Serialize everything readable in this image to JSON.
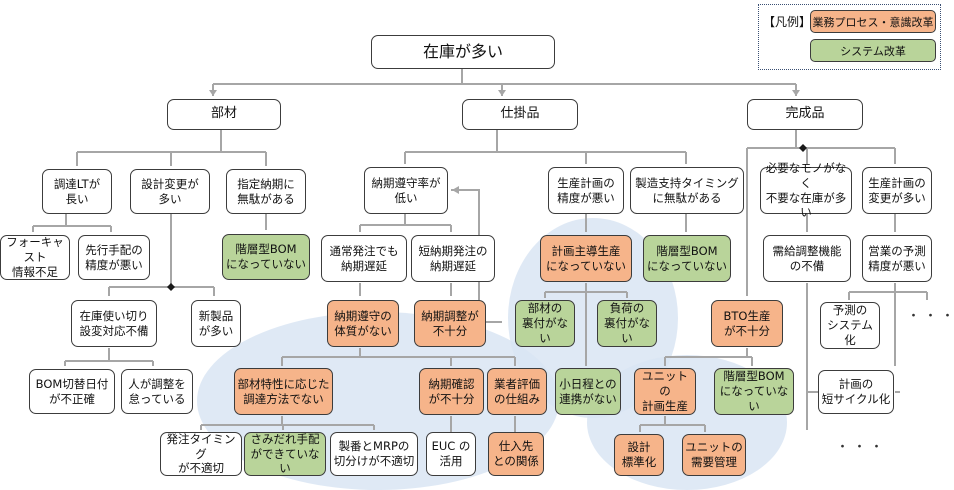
{
  "diagram": {
    "root": "在庫が多い",
    "level1": {
      "parts": "部材",
      "wip": "仕掛品",
      "finished": "完成品"
    },
    "parts": {
      "lt": "調達LTが\n長い",
      "design_change": "設計変更が\n多い",
      "delivery_waste": "指定納期に\n無駄がある",
      "forecast": "フォーキャスト\n情報不足",
      "advance_order": "先行手配の\n精度が悪い",
      "bom_layer1": "階層型BOM\nになっていない",
      "use_up": "在庫使い切り\n設変対応不備",
      "new_products": "新製品\nが多い",
      "bom_date": "BOM切替日付\nが不正確",
      "adjust_lazy": "人が調整を\n怠っている"
    },
    "wip": {
      "compliance": "納期遵守率が\n低い",
      "normal_delay": "通常発注でも\n納期遅延",
      "short_delay": "短納期発注の\n納期遅延",
      "no_discipline": "納期遵守の\n体質がない",
      "adjust_lack": "納期調整が\n不十分",
      "material_method": "部材特性に応じた\n調達方法でない",
      "confirm_lack": "納期確認\nが不十分",
      "vendor_eval": "業者評価\nの仕組み",
      "order_timing": "発注タイミング\nが不適切",
      "stagger": "さみだれ手配\nができていない",
      "mrp_split": "製番とMRPの\n切分けが不適切",
      "euc": "EUC の\n活用",
      "supplier": "仕入先\nとの関係",
      "plan_accuracy": "生産計画の\n精度が悪い",
      "timing_waste": "製造支持タイミング\nに無駄がある",
      "plan_driven": "計画主導生産\nになっていない",
      "bom_layer2": "階層型BOM\nになっていない",
      "parts_backing": "部材の\n裏付がない",
      "load_backing": "負荷の\n裏付がない",
      "small_schedule": "小日程との\n連携がない"
    },
    "finished": {
      "unnecessary": "必要なモノがなく\n不要な在庫が多い",
      "plan_change": "生産計画の\n変更が多い",
      "demand_adjust": "需給調整機能\nの不備",
      "forecast_accuracy": "営業の予測\n精度が悪い",
      "prediction_system": "予測の\nシステム化",
      "bto_lack": "BTO生産\nが不十分",
      "unit_plan": "ユニットの\n計画生産",
      "bom_layer3": "階層型BOM\nになっていない",
      "short_cycle": "計画の\n短サイクル化",
      "design_std": "設計\n標準化",
      "unit_demand": "ユニットの\n需要管理"
    },
    "dots": "・・・"
  },
  "legend": {
    "title": "【凡例】",
    "business_label": "業務プロセス・意識改革",
    "system_label": "システム改革",
    "business_color": "#f6b48a",
    "system_color": "#b9d49a"
  }
}
